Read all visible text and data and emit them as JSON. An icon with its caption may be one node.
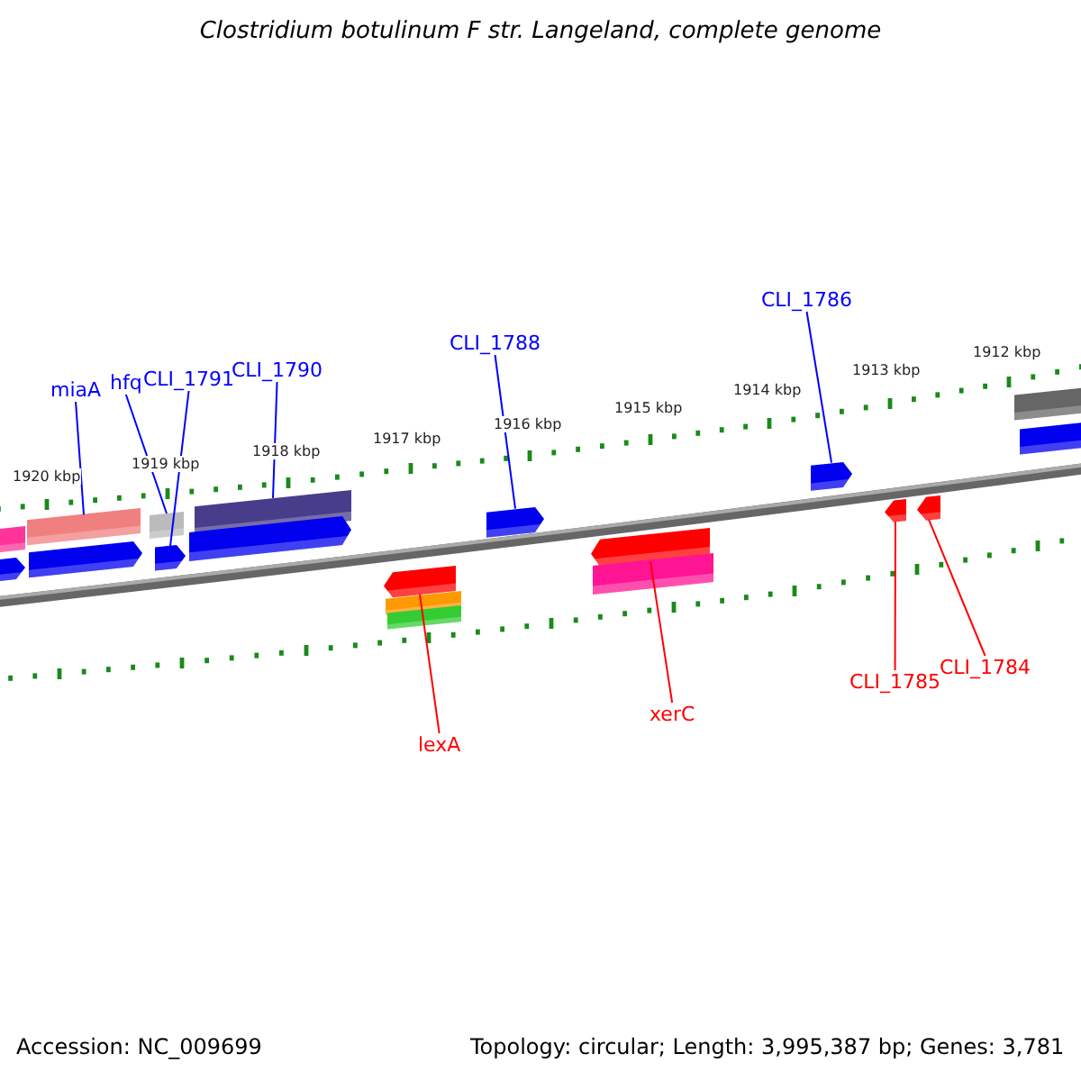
{
  "diagram": {
    "title": "Clostridium botulinum F str. Langeland, complete genome",
    "nodes": [
      {
        "text": [
          "miaA"
        ]
      },
      {
        "text": [],
        "shape": "bar"
      },
      {
        "text": [
          "hfq"
        ]
      },
      {
        "text": [],
        "shape": "bar"
      },
      {
        "text": [
          "CLI_1791"
        ]
      },
      {
        "text": [],
        "shape": "arrow"
      },
      {
        "text": [
          "CLI_1790"
        ]
      },
      {
        "text": [],
        "shape": "bar"
      },
      {
        "text": [
          "CLI_1788"
        ]
      },
      {
        "text": [],
        "shape": "arrow"
      },
      {
        "text": [
          "CLI_1786"
        ]
      },
      {
        "text": [],
        "shape": "arrow"
      },
      {
        "text": [
          "lexA"
        ]
      },
      {
        "text": [],
        "shape": "arrow"
      },
      {
        "text": [
          "xerC"
        ]
      },
      {
        "text": [],
        "shape": "arrow"
      },
      {
        "text": [
          "CLI_1785"
        ]
      },
      {
        "text": [],
        "shape": "arrow"
      },
      {
        "text": [
          "CLI_1784"
        ]
      },
      {
        "text": [],
        "shape": "arrow"
      },
      {
        "text": [],
        "shape": "bar"
      },
      {
        "text": [],
        "shape": "arrow"
      },
      {
        "text": [],
        "shape": "arrow"
      },
      {
        "text": [],
        "shape": "arrow"
      },
      {
        "text": [],
        "shape": "bar"
      },
      {
        "text": [],
        "shape": "bar"
      },
      {
        "text": [],
        "shape": "bar"
      },
      {
        "text": [],
        "shape": "bar"
      },
      {
        "text": [],
        "shape": "bar"
      }
    ],
    "edges": [
      {
        "from": 0,
        "to": 1,
        "arrow": "none"
      },
      {
        "from": 2,
        "to": 3,
        "arrow": "none"
      },
      {
        "from": 4,
        "to": 5,
        "arrow": "none"
      },
      {
        "from": 6,
        "to": 7,
        "arrow": "none"
      },
      {
        "from": 8,
        "to": 9,
        "arrow": "none"
      },
      {
        "from": 10,
        "to": 11,
        "arrow": "none"
      },
      {
        "from": 12,
        "to": 13,
        "arrow": "none",
        "color": "#ff0000"
      },
      {
        "from": 14,
        "to": 15,
        "arrow": "none",
        "color": "#ff0000"
      },
      {
        "from": 16,
        "to": 17,
        "arrow": "none",
        "color": "#ff0000"
      },
      {
        "from": 18,
        "to": 19,
        "arrow": "none",
        "color": "#ff0000"
      }
    ],
    "labels": [
      "1920 kbp",
      "1919 kbp",
      "1918 kbp",
      "1917 kbp",
      "1916 kbp",
      "1915 kbp",
      "1914 kbp",
      "1913 kbp",
      "1912 kbp",
      "Accession: NC_009699",
      "Topology: circular; Length: 3,995,387 bp; Genes: 3,781"
    ]
  }
}
